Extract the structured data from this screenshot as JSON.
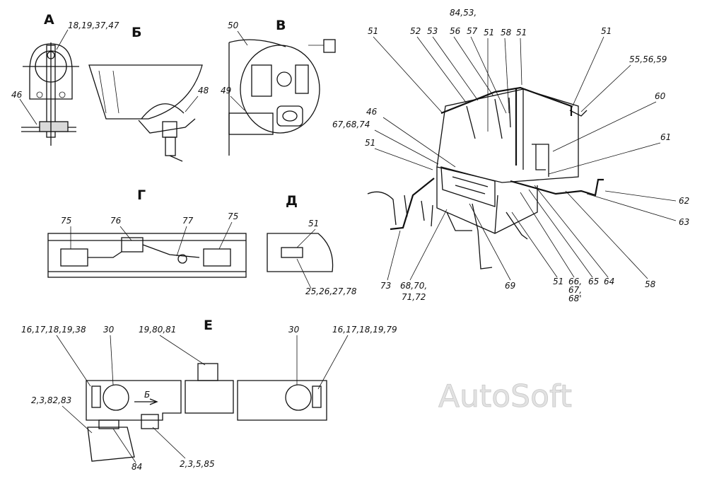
{
  "watermark": "AutoSoft",
  "views": {
    "a": {
      "title": "А",
      "labels": [
        "18,19,37,47",
        "46"
      ]
    },
    "b": {
      "title": "Б",
      "labels": [
        "48"
      ]
    },
    "v": {
      "title": "В",
      "labels": [
        "50",
        "49"
      ]
    },
    "g": {
      "title": "Г",
      "labels": [
        "75",
        "76",
        "77",
        "75"
      ]
    },
    "d": {
      "title": "Д",
      "labels": [
        "51",
        "25,26,27,78"
      ]
    },
    "e": {
      "title": "Е",
      "labels": [
        "16,17,18,19,38",
        "30",
        "19,80,81",
        "30",
        "16,17,18,19,79",
        "2,3,82,83",
        "84",
        "2,3,5,85"
      ],
      "arrow_label": "Б"
    }
  },
  "main": {
    "labels": [
      "84,53,",
      "51",
      "52",
      "53",
      "56",
      "57",
      "51",
      "58",
      "51",
      "51",
      "55,56,59",
      "60",
      "46",
      "67,68,74",
      "51",
      "61",
      "62",
      "63",
      "73",
      "68,70,",
      "71,72",
      "69",
      "51",
      "66,",
      "67,",
      "68'",
      "65",
      "64",
      "58"
    ]
  }
}
